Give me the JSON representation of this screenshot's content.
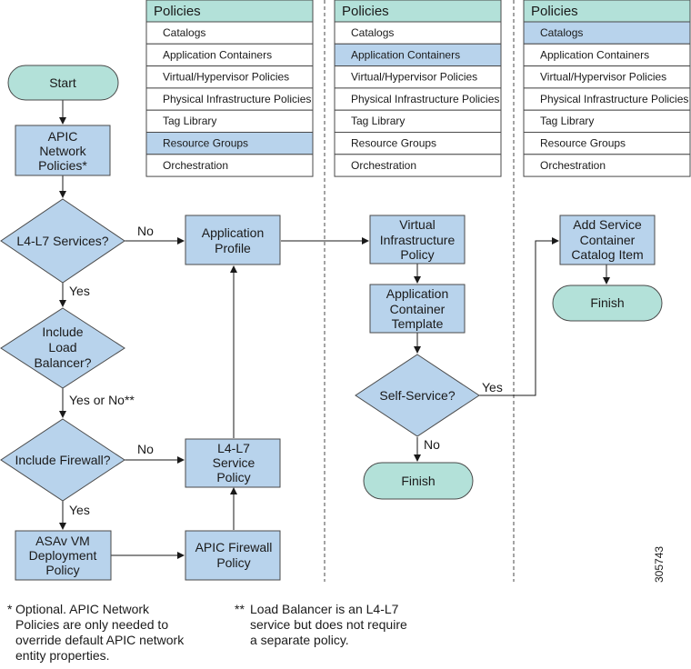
{
  "panels": [
    {
      "header": "Policies",
      "items": [
        "Catalogs",
        "Application Containers",
        "Virtual/Hypervisor Policies",
        "Physical Infrastructure Policies",
        "Tag Library",
        "Resource Groups",
        "Orchestration"
      ],
      "highlight_index": 5
    },
    {
      "header": "Policies",
      "items": [
        "Catalogs",
        "Application Containers",
        "Virtual/Hypervisor Policies",
        "Physical Infrastructure Policies",
        "Tag Library",
        "Resource Groups",
        "Orchestration"
      ],
      "highlight_index": 1
    },
    {
      "header": "Policies",
      "items": [
        "Catalogs",
        "Application Containers",
        "Virtual/Hypervisor Policies",
        "Physical Infrastructure Policies",
        "Tag Library",
        "Resource Groups",
        "Orchestration"
      ],
      "highlight_index": 0
    }
  ],
  "nodes": {
    "start": "Start",
    "apic_network_policies": [
      "APIC",
      "Network",
      "Policies*"
    ],
    "l4l7_services": "L4-L7 Services?",
    "include_load_balancer": [
      "Include",
      "Load",
      "Balancer?"
    ],
    "include_firewall": "Include Firewall?",
    "asav_vm": [
      "ASAv VM",
      "Deployment",
      "Policy"
    ],
    "apic_firewall": [
      "APIC Firewall",
      "Policy"
    ],
    "l4l7_service_policy": [
      "L4-L7",
      "Service",
      "Policy"
    ],
    "application_profile": [
      "Application",
      "Profile"
    ],
    "virtual_infrastructure_policy": [
      "Virtual",
      "Infrastructure",
      "Policy"
    ],
    "application_container_template": [
      "Application",
      "Container",
      "Template"
    ],
    "self_service": "Self-Service?",
    "finish_left": "Finish",
    "add_service_container": [
      "Add Service",
      "Container",
      "Catalog Item"
    ],
    "finish_right": "Finish"
  },
  "edge_labels": {
    "l4l7_no": "No",
    "l4l7_yes": "Yes",
    "lb_yes_or_no": "Yes or No**",
    "firewall_no": "No",
    "firewall_yes": "Yes",
    "self_service_yes": "Yes",
    "self_service_no": "No"
  },
  "footnotes": {
    "note1_mark": "*",
    "note1_text": "Optional. APIC Network\nPolicies are only needed to\noverride default APIC network\nentity properties.",
    "note2_mark": "**",
    "note2_text": "Load Balancer is an L4-L7\nservice but does not require\na separate policy."
  },
  "figure_id": "305743",
  "colors": {
    "process_fill": "#b8d3ec",
    "terminal_fill": "#b3e1d9",
    "panel_header_fill": "#b3e1d9",
    "highlight_fill": "#b8d3ec"
  }
}
